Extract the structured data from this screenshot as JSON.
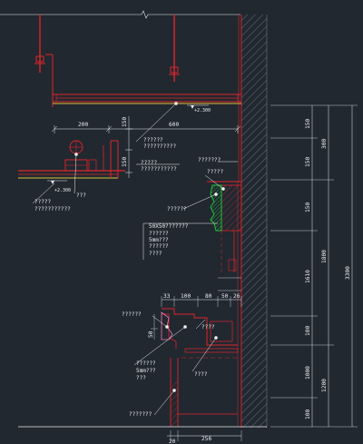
{
  "dimensions": {
    "top": [
      "200",
      "600"
    ],
    "vertical_small": [
      "150",
      "150"
    ],
    "right_inner": [
      "150",
      "150",
      "150",
      "1610",
      "100",
      "1000",
      "100"
    ],
    "right_mid": [
      "300",
      "1800",
      "1200"
    ],
    "right_outer": "3300",
    "mid": [
      "33",
      "100",
      "80",
      "50",
      "26"
    ],
    "left_small": "50",
    "bottom": [
      "20",
      "256"
    ]
  },
  "levels": [
    "+2.300",
    "+2.300"
  ],
  "notes": [
    "?????",
    "???????????",
    "??????",
    "??????????",
    "???????",
    "?????",
    "?????",
    "???????????",
    "???",
    "??????",
    "50X50???????",
    "??????",
    "5mm???",
    "??????",
    "????",
    "??????",
    "????",
    "??????",
    "5mm???",
    "???",
    "????",
    "???????"
  ],
  "colors": {
    "background": "#212830",
    "structure": "#e0242a",
    "dimension": "#eef0f2",
    "hatch": "#9aa0a6",
    "accent_green": "#24c23a",
    "accent_yellow": "#d8c23a",
    "pink": "#f07ab4",
    "leader": "#f2f2f2"
  }
}
